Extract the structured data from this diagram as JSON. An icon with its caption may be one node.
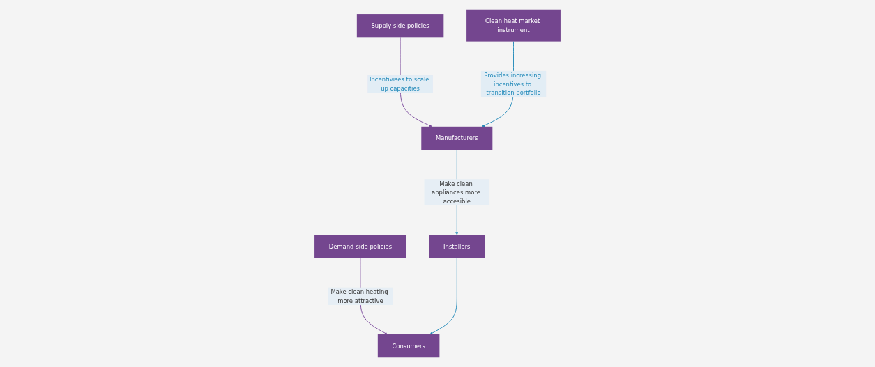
{
  "diagram": {
    "nodes": [
      {
        "text": [
          "Supply-side policies"
        ]
      },
      {
        "text": [
          "Clean heat market instrument"
        ]
      },
      {
        "text": [
          "Demand-side policies"
        ]
      },
      {
        "text": [
          "Manufacturers"
        ]
      },
      {
        "text": [
          "Installers"
        ]
      },
      {
        "text": [
          "Consumers"
        ]
      }
    ],
    "edges": [
      {
        "from": 0,
        "to": 3,
        "arrow": "to",
        "label": "Incentivises to scale up capacities",
        "color": "#7b4a9c"
      },
      {
        "from": 1,
        "to": 3,
        "arrow": "to",
        "label": "Provides increasing incentives to transition portfolio"
      },
      {
        "from": 2,
        "to": 5,
        "arrow": "to",
        "label": "Make clean heating more attractive",
        "color": "#7b4a9c"
      },
      {
        "from": 3,
        "to": 4,
        "arrow": "to",
        "label": "Make clean appliances more accesible"
      },
      {
        "from": 4,
        "to": 5,
        "arrow": "to"
      }
    ]
  }
}
